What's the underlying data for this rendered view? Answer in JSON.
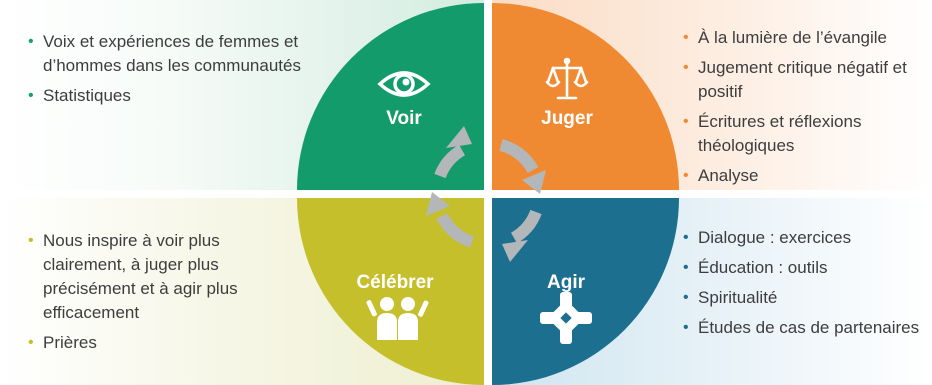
{
  "quadrants": {
    "voir": {
      "label": "Voir",
      "icon": "eye-icon",
      "color": "#149b6c",
      "items": [
        "Voix et expériences de femmes et d’hommes dans les communautés",
        "Statistiques"
      ]
    },
    "juger": {
      "label": "Juger",
      "icon": "scales-icon",
      "color": "#f08a32",
      "items": [
        "À la lumière de l’évangile",
        "Jugement critique négatif et positif",
        "Écritures et réflexions théologiques",
        "Analyse"
      ]
    },
    "celebrer": {
      "label": "Célébrer",
      "icon": "people-celebrating-icon",
      "color": "#c5bf2b",
      "items": [
        "Nous inspire à voir plus clairement, à juger plus précisément et à agir plus efficacement",
        "Prières"
      ]
    },
    "agir": {
      "label": "Agir",
      "icon": "joined-hands-icon",
      "color": "#1d6f8f",
      "items": [
        "Dialogue : exercices",
        "Éducation : outils",
        "Spiritualité",
        "Études de cas de partenaires"
      ]
    }
  },
  "cycle": {
    "icon": "cycle-arrows-icon",
    "color": "#b4b7b9"
  }
}
